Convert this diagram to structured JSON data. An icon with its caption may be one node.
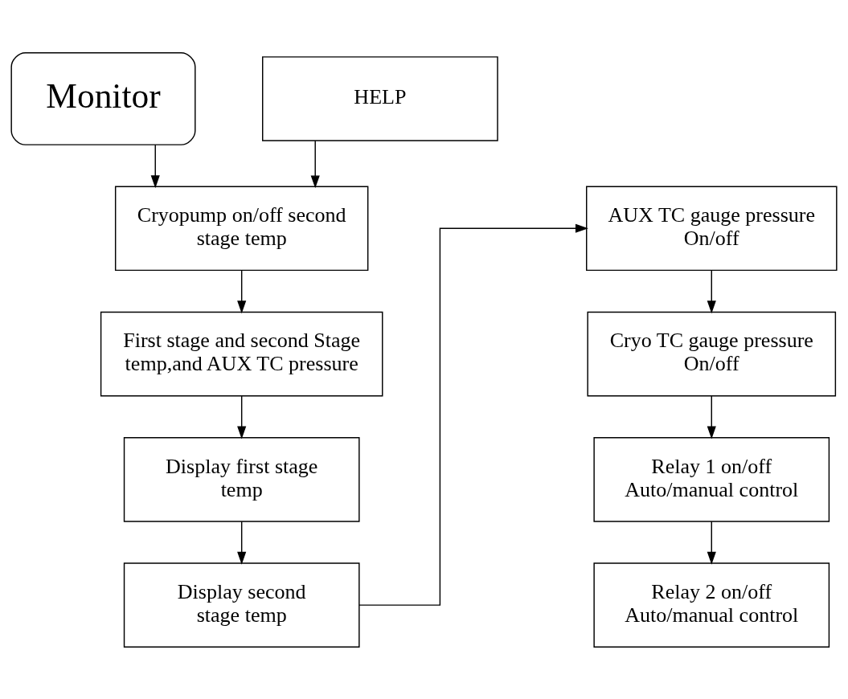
{
  "diagram": {
    "nodes": [
      {
        "text": [
          "Monitor"
        ]
      },
      {
        "text": [
          "HELP"
        ]
      },
      {
        "text": [
          "Cryopump on/off second stage temp"
        ]
      },
      {
        "text": [
          "First stage and second Stage temp,and AUX TC pressure"
        ]
      },
      {
        "text": [
          "Display first stage temp"
        ]
      },
      {
        "text": [
          "Display second stage temp"
        ]
      },
      {
        "text": [
          "AUX TC gauge pressure On/off"
        ]
      },
      {
        "text": [
          "Cryo TC gauge pressure On/off"
        ]
      },
      {
        "text": [
          "Relay 1 on/off Auto/manual control"
        ]
      },
      {
        "text": [
          "Relay 2 on/off Auto/manual control"
        ]
      }
    ],
    "edges": [
      {
        "from": 0,
        "to": 2,
        "arrow": "to"
      },
      {
        "from": 1,
        "to": 2,
        "arrow": "to"
      },
      {
        "from": 2,
        "to": 3,
        "arrow": "to"
      },
      {
        "from": 3,
        "to": 4,
        "arrow": "to"
      },
      {
        "from": 4,
        "to": 5,
        "arrow": "to"
      },
      {
        "from": 5,
        "to": 6,
        "arrow": "to"
      },
      {
        "from": 6,
        "to": 7,
        "arrow": "to"
      },
      {
        "from": 7,
        "to": 8,
        "arrow": "to"
      },
      {
        "from": 8,
        "to": 9,
        "arrow": "to"
      }
    ]
  }
}
